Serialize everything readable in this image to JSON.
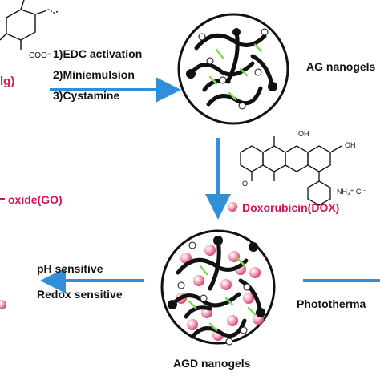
{
  "labels": {
    "step1": "1)EDC activation",
    "step2": "2)Miniemulsion",
    "step3": "3)Cystamine",
    "ag_nanogels": "AG nanogels",
    "alg_fragment": "lg)",
    "go_fragment": "oxide(GO)",
    "dox": "Doxorubicin(DOX)",
    "ph_sensitive": "pH sensitive",
    "redox_sensitive": "Redox sensitive",
    "photothermal": "Phototherma",
    "agd_nanogels": "AGD nanogels",
    "coo_label": "COO⁻",
    "nh3_label": "NH₃⁺ Cl⁻",
    "oh_label": "OH",
    "o_label": "O"
  },
  "colors": {
    "arrow": "#2f8fd8",
    "accent_red": "#d4145a",
    "crosslink": "#7ed957",
    "chain": "#111111",
    "dox_particle": "#f3a0b5"
  }
}
